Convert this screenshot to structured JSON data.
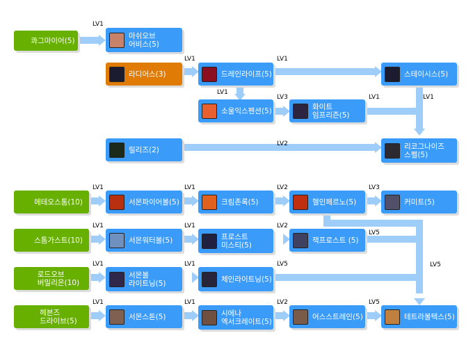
{
  "nodes": {
    "quagmire": "콰그마이어(5)",
    "marsh": "마쉬오브\n어비스(5)",
    "radius": "라디어스(3)",
    "drain": "드레인라이프(5)",
    "stasis": "스테이시스(5)",
    "soul": "소울익스펜션(5)",
    "white": "화이트\n임프리즌(5)",
    "release": "릴리즈(2)",
    "recog": "리코그나이즈\n스펠(5)",
    "meteor": "메테오스톰(10)",
    "sfire": "서몬파이어볼(5)",
    "crimson": "크림존록(5)",
    "hell": "헬인페르노(5)",
    "comet": "커미트(5)",
    "storm": "스톰가스트(10)",
    "swater": "서몬워터볼(5)",
    "frostm": "프로스트\n미스티(5)",
    "jack": "잭프로스트 (5)",
    "lord": "로드오브\n버밀리온(10)",
    "sbolt": "서몬볼\n라이트닝(5)",
    "chain": "체인라이트닝(5)",
    "heaven": "헤븐즈\n드라이브(5)",
    "sstone": "서몬스톤(5)",
    "siena": "시에나\n엑서크레이트(5)",
    "earth": "어스스트레인(5)",
    "tetra": "테트라볼텍스(5)"
  },
  "levels": [
    "LV1",
    "LV1",
    "LV1",
    "LV1",
    "LV3",
    "LV1",
    "LV1",
    "LV2",
    "LV1",
    "LV1",
    "LV2",
    "LV3",
    "LV1",
    "LV1",
    "LV2",
    "LV5",
    "LV1",
    "LV1",
    "LV5",
    "LV1",
    "LV1",
    "LV2",
    "LV5",
    "LV5"
  ],
  "icon_colors": {
    "marsh": "#c9826a",
    "radius": "#1c1c30",
    "drain": "#8a1020",
    "stasis": "#1c1c30",
    "soul": "#e86030",
    "white": "#2c2440",
    "release": "#1c2a1c",
    "recog": "#2c2a30",
    "sfire": "#b83010",
    "crimson": "#e06020",
    "hell": "#c03010",
    "comet": "#50506a",
    "swater": "#7090c0",
    "frostm": "#202040",
    "jack": "#404060",
    "sbolt": "#30284a",
    "chain": "#28243a",
    "sstone": "#806050",
    "siena": "#705040",
    "earth": "#7a5a48",
    "tetra": "#c08040"
  }
}
